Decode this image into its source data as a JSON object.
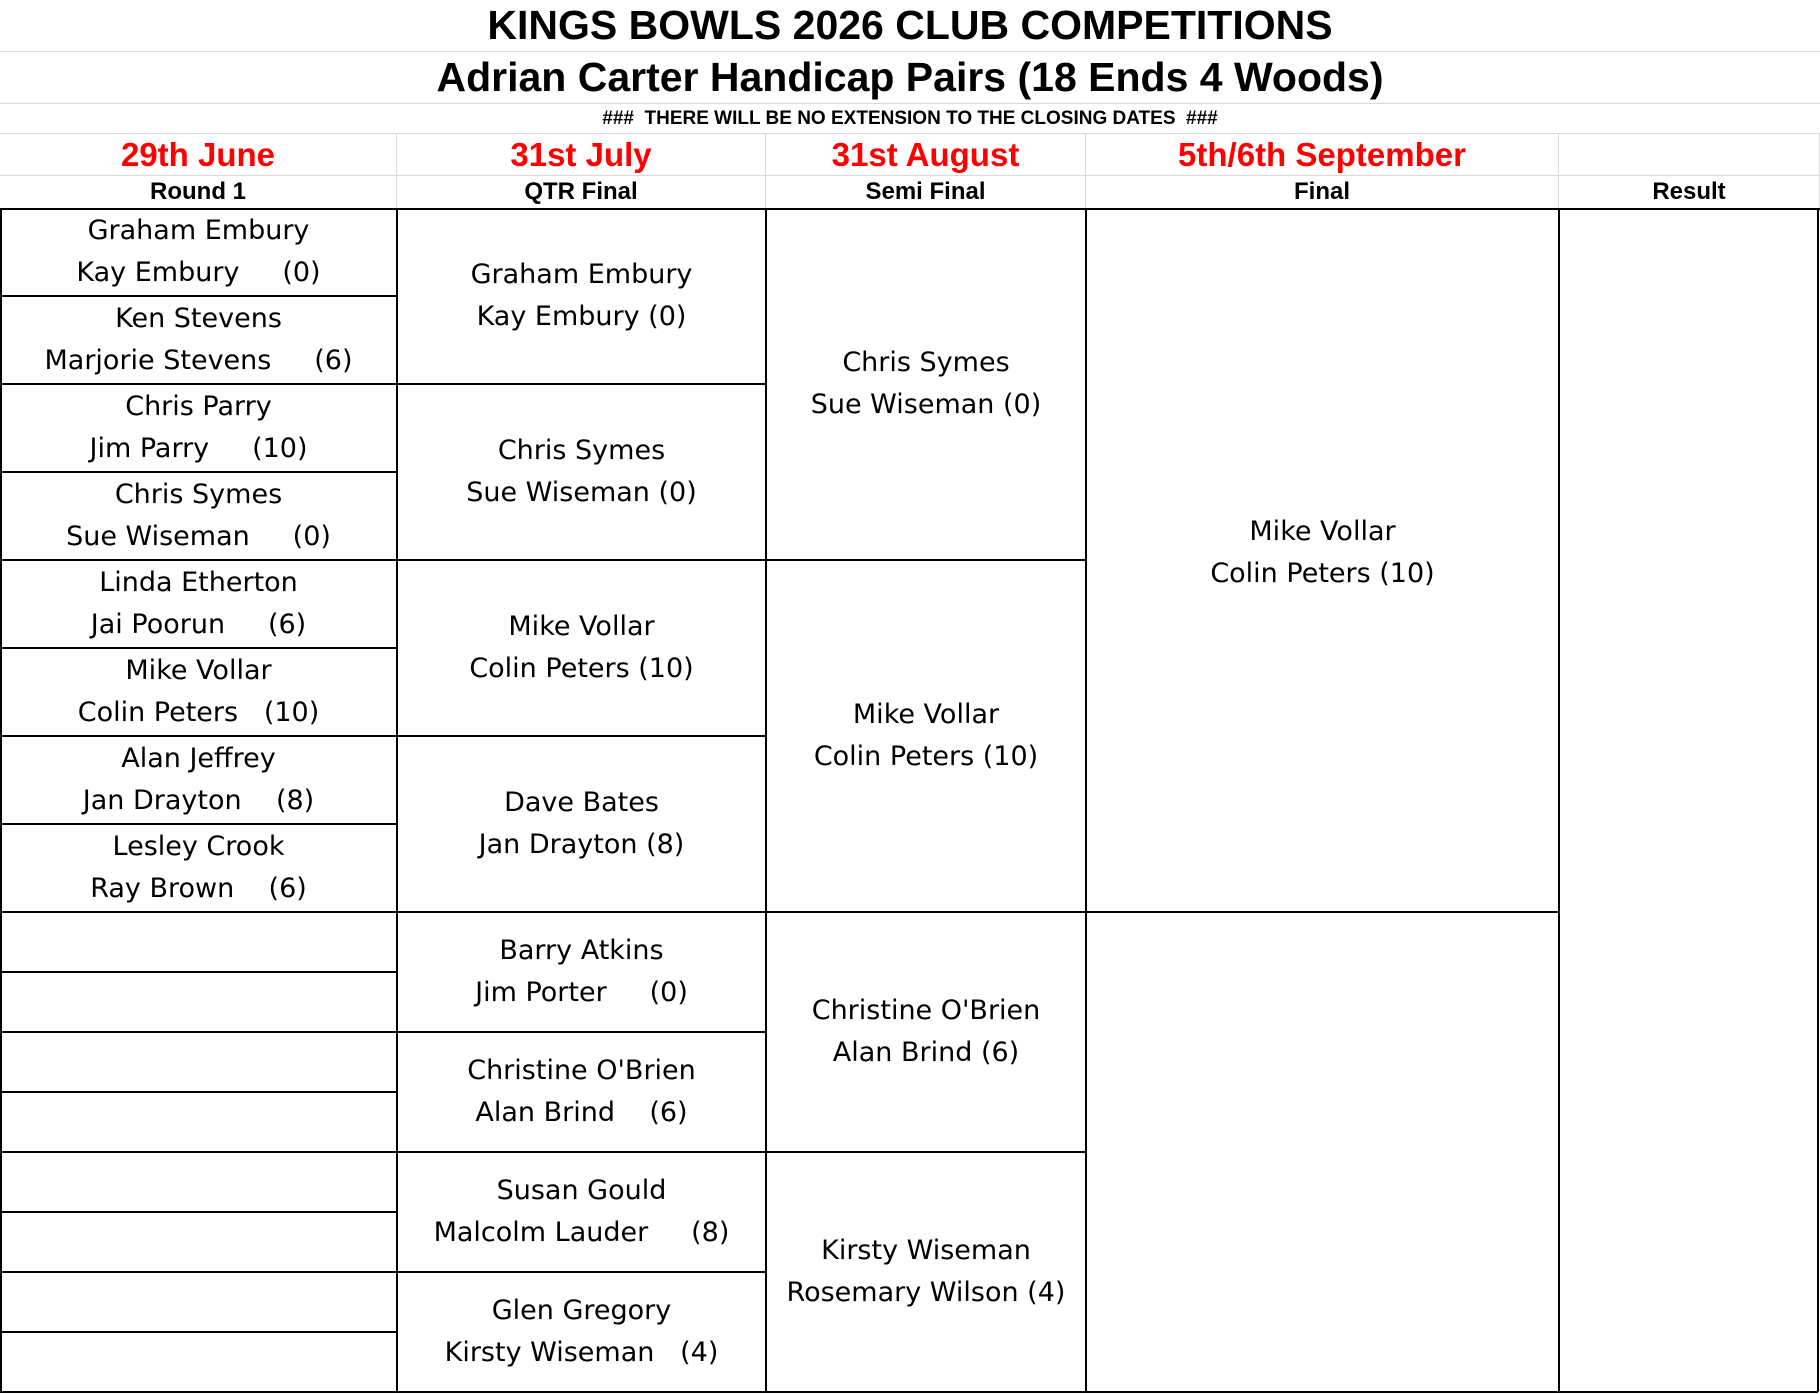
{
  "header": {
    "title": "KINGS BOWLS 2026 CLUB COMPETITIONS",
    "subtitle": "Adrian Carter Handicap Pairs (18 Ends 4 Woods)",
    "notice": "###  THERE WILL BE NO EXTENSION TO THE CLOSING DATES  ###"
  },
  "dates": [
    "29th June",
    "31st July",
    "31st August",
    "5th/6th September",
    ""
  ],
  "rounds": [
    "Round 1",
    "QTR Final",
    "Semi Final",
    "Final",
    "Result"
  ],
  "round1": [
    {
      "line1": "Graham Embury",
      "line2": "Kay Embury     (0)"
    },
    {
      "line1": "Ken Stevens",
      "line2": "Marjorie Stevens     (6)"
    },
    {
      "line1": "Chris Parry",
      "line2": "Jim Parry     (10)"
    },
    {
      "line1": "Chris Symes",
      "line2": "Sue Wiseman     (0)"
    },
    {
      "line1": "Linda Etherton",
      "line2": "Jai Poorun     (6)"
    },
    {
      "line1": "Mike Vollar",
      "line2": "Colin Peters   (10)"
    },
    {
      "line1": "Alan Jeffrey",
      "line2": "Jan Drayton    (8)"
    },
    {
      "line1": "Lesley Crook",
      "line2": "Ray Brown    (6)"
    },
    {
      "line1": "",
      "line2": ""
    },
    {
      "line1": "",
      "line2": ""
    },
    {
      "line1": "",
      "line2": ""
    },
    {
      "line1": "",
      "line2": ""
    },
    {
      "line1": "",
      "line2": ""
    },
    {
      "line1": "",
      "line2": ""
    },
    {
      "line1": "",
      "line2": ""
    },
    {
      "line1": "",
      "line2": ""
    }
  ],
  "quarter_final": [
    {
      "line1": "Graham Embury",
      "line2": "Kay Embury (0)"
    },
    {
      "line1": "Chris Symes",
      "line2": "Sue Wiseman (0)"
    },
    {
      "line1": "Mike Vollar",
      "line2": "Colin Peters (10)"
    },
    {
      "line1": "Dave Bates",
      "line2": "Jan Drayton (8)"
    },
    {
      "line1": "Barry Atkins",
      "line2": "Jim Porter     (0)"
    },
    {
      "line1": "Christine O'Brien",
      "line2": "Alan Brind    (6)"
    },
    {
      "line1": "Susan Gould",
      "line2": "Malcolm Lauder     (8)"
    },
    {
      "line1": "Glen Gregory",
      "line2": "Kirsty Wiseman   (4)"
    }
  ],
  "semi_final": [
    {
      "line1": "Chris Symes",
      "line2": "Sue Wiseman (0)"
    },
    {
      "line1": "Mike Vollar",
      "line2": "Colin Peters (10)"
    },
    {
      "line1": "Christine O'Brien",
      "line2": "Alan Brind (6)"
    },
    {
      "line1": "Kirsty Wiseman",
      "line2": "Rosemary Wilson (4)"
    }
  ],
  "final": [
    {
      "line1": "Mike Vollar",
      "line2": "Colin Peters (10)"
    },
    {
      "line1": "",
      "line2": ""
    }
  ],
  "result": [
    {
      "line1": "",
      "line2": ""
    }
  ]
}
